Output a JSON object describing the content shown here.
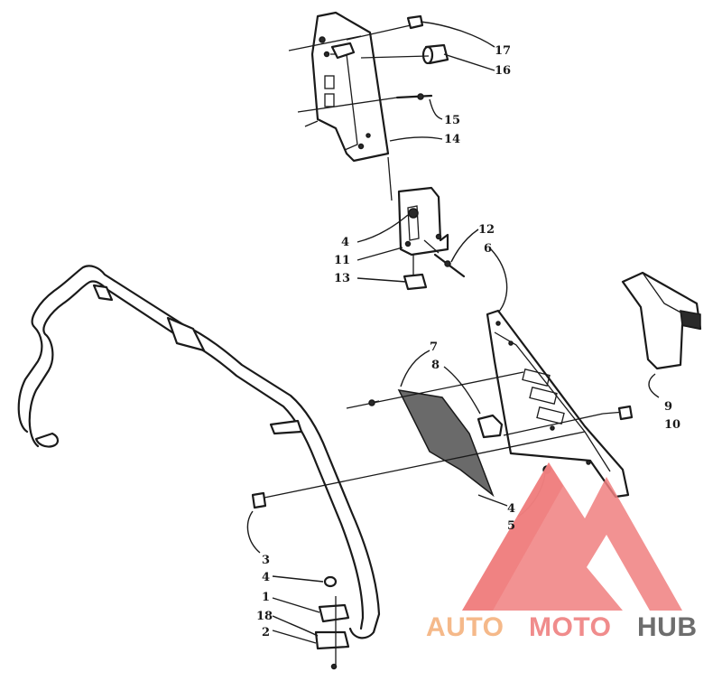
{
  "callouts": [
    "17",
    "16",
    "15",
    "14",
    "4",
    "11",
    "13",
    "12",
    "6",
    "7",
    "8",
    "9",
    "10",
    "4",
    "5",
    "3",
    "4",
    "1",
    "18",
    "2"
  ],
  "watermark": {
    "word_auto": "AUTO",
    "word_moto": "MOTO",
    "word_hub": "HUB",
    "colors": {
      "auto": "#f5b98a",
      "moto": "#f08c8c",
      "hub": "#6d6d6d",
      "logo": "#f07f7f"
    }
  }
}
